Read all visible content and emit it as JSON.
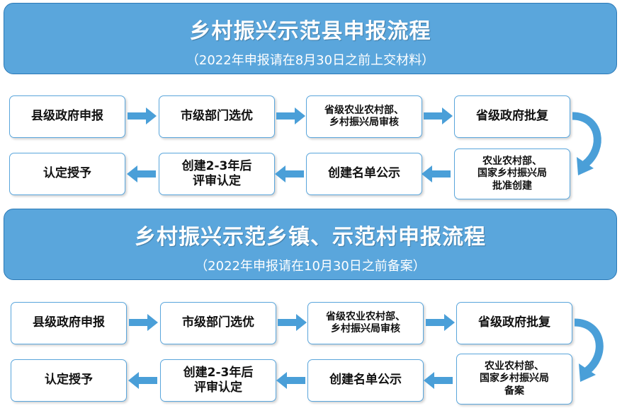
{
  "colors": {
    "banner_fill": "#5aa6dc",
    "banner_border": "#2b79b6",
    "box_border": "#5aa6dc",
    "arrow": "#4a9fd8"
  },
  "sections": [
    {
      "title": "乡村振兴示范县申报流程",
      "subtitle": "（2022年申报请在8月30日之前上交材料）",
      "steps": [
        "县级政府申报",
        "市级部门选优",
        "省级农业农村部、\n乡村振兴局审核",
        "省级政府批复",
        "农业农村部、\n国家乡村振兴局\n批准创建",
        "创建名单公示",
        "创建2-3年后\n评审认定",
        "认定授予"
      ]
    },
    {
      "title": "乡村振兴示范乡镇、示范村申报流程",
      "subtitle": "（2022年申报请在10月30日之前备案）",
      "steps": [
        "县级政府申报",
        "市级部门选优",
        "省级农业农村部、\n乡村振兴局审核",
        "省级政府批复",
        "农业农村部、\n国家乡村振兴局\n备案",
        "创建名单公示",
        "创建2-3年后\n评审认定",
        "认定授予"
      ]
    }
  ]
}
